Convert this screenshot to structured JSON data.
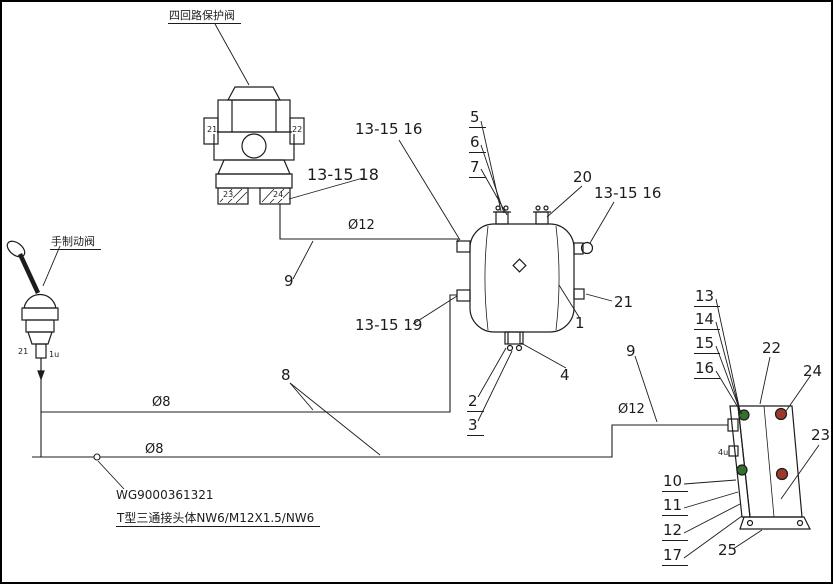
{
  "colors": {
    "line": "#1c1c1c",
    "background": "#ffffff",
    "bolt_green": "#35702f",
    "bolt_red": "#9c3a2a"
  },
  "component_labels": {
    "four_circuit_valve": "四回路保护阀",
    "hand_brake_valve": "手制动阀"
  },
  "part_note": {
    "code": "WG9000361321",
    "desc": "T型三通接头体NW6/M12X1.5/NW6"
  },
  "pipe_labels": {
    "dia12_top": "Ø12",
    "dia8_mid": "Ø8",
    "dia8_bottom": "Ø8",
    "dia12_right": "Ø12"
  },
  "callouts": {
    "n1": "1",
    "n2": "2",
    "n3": "3",
    "n4": "4",
    "n5": "5",
    "n6": "6",
    "n7": "7",
    "n8": "8",
    "n9_left": "9",
    "n9_right": "9",
    "n10": "10",
    "n11": "11",
    "n12": "12",
    "n13": "13",
    "n14": "14",
    "n15": "15",
    "n16": "16",
    "n17": "17",
    "n20": "20",
    "n21": "21",
    "n22": "22",
    "n23": "23",
    "n24": "24",
    "n25": "25",
    "g13_15_16_top": "13-15 16",
    "g13_15_18": "13-15 18",
    "g13_15_19": "13-15 19",
    "g13_15_16_right": "13-15 16"
  },
  "port_marks": {
    "valve_port_left": "21",
    "valve_port_right": "22",
    "valve_port_bl": "23",
    "valve_port_br": "24",
    "hand_valve_port_a": "21",
    "hand_valve_port_b": "1u",
    "bracket_port": "4u"
  }
}
